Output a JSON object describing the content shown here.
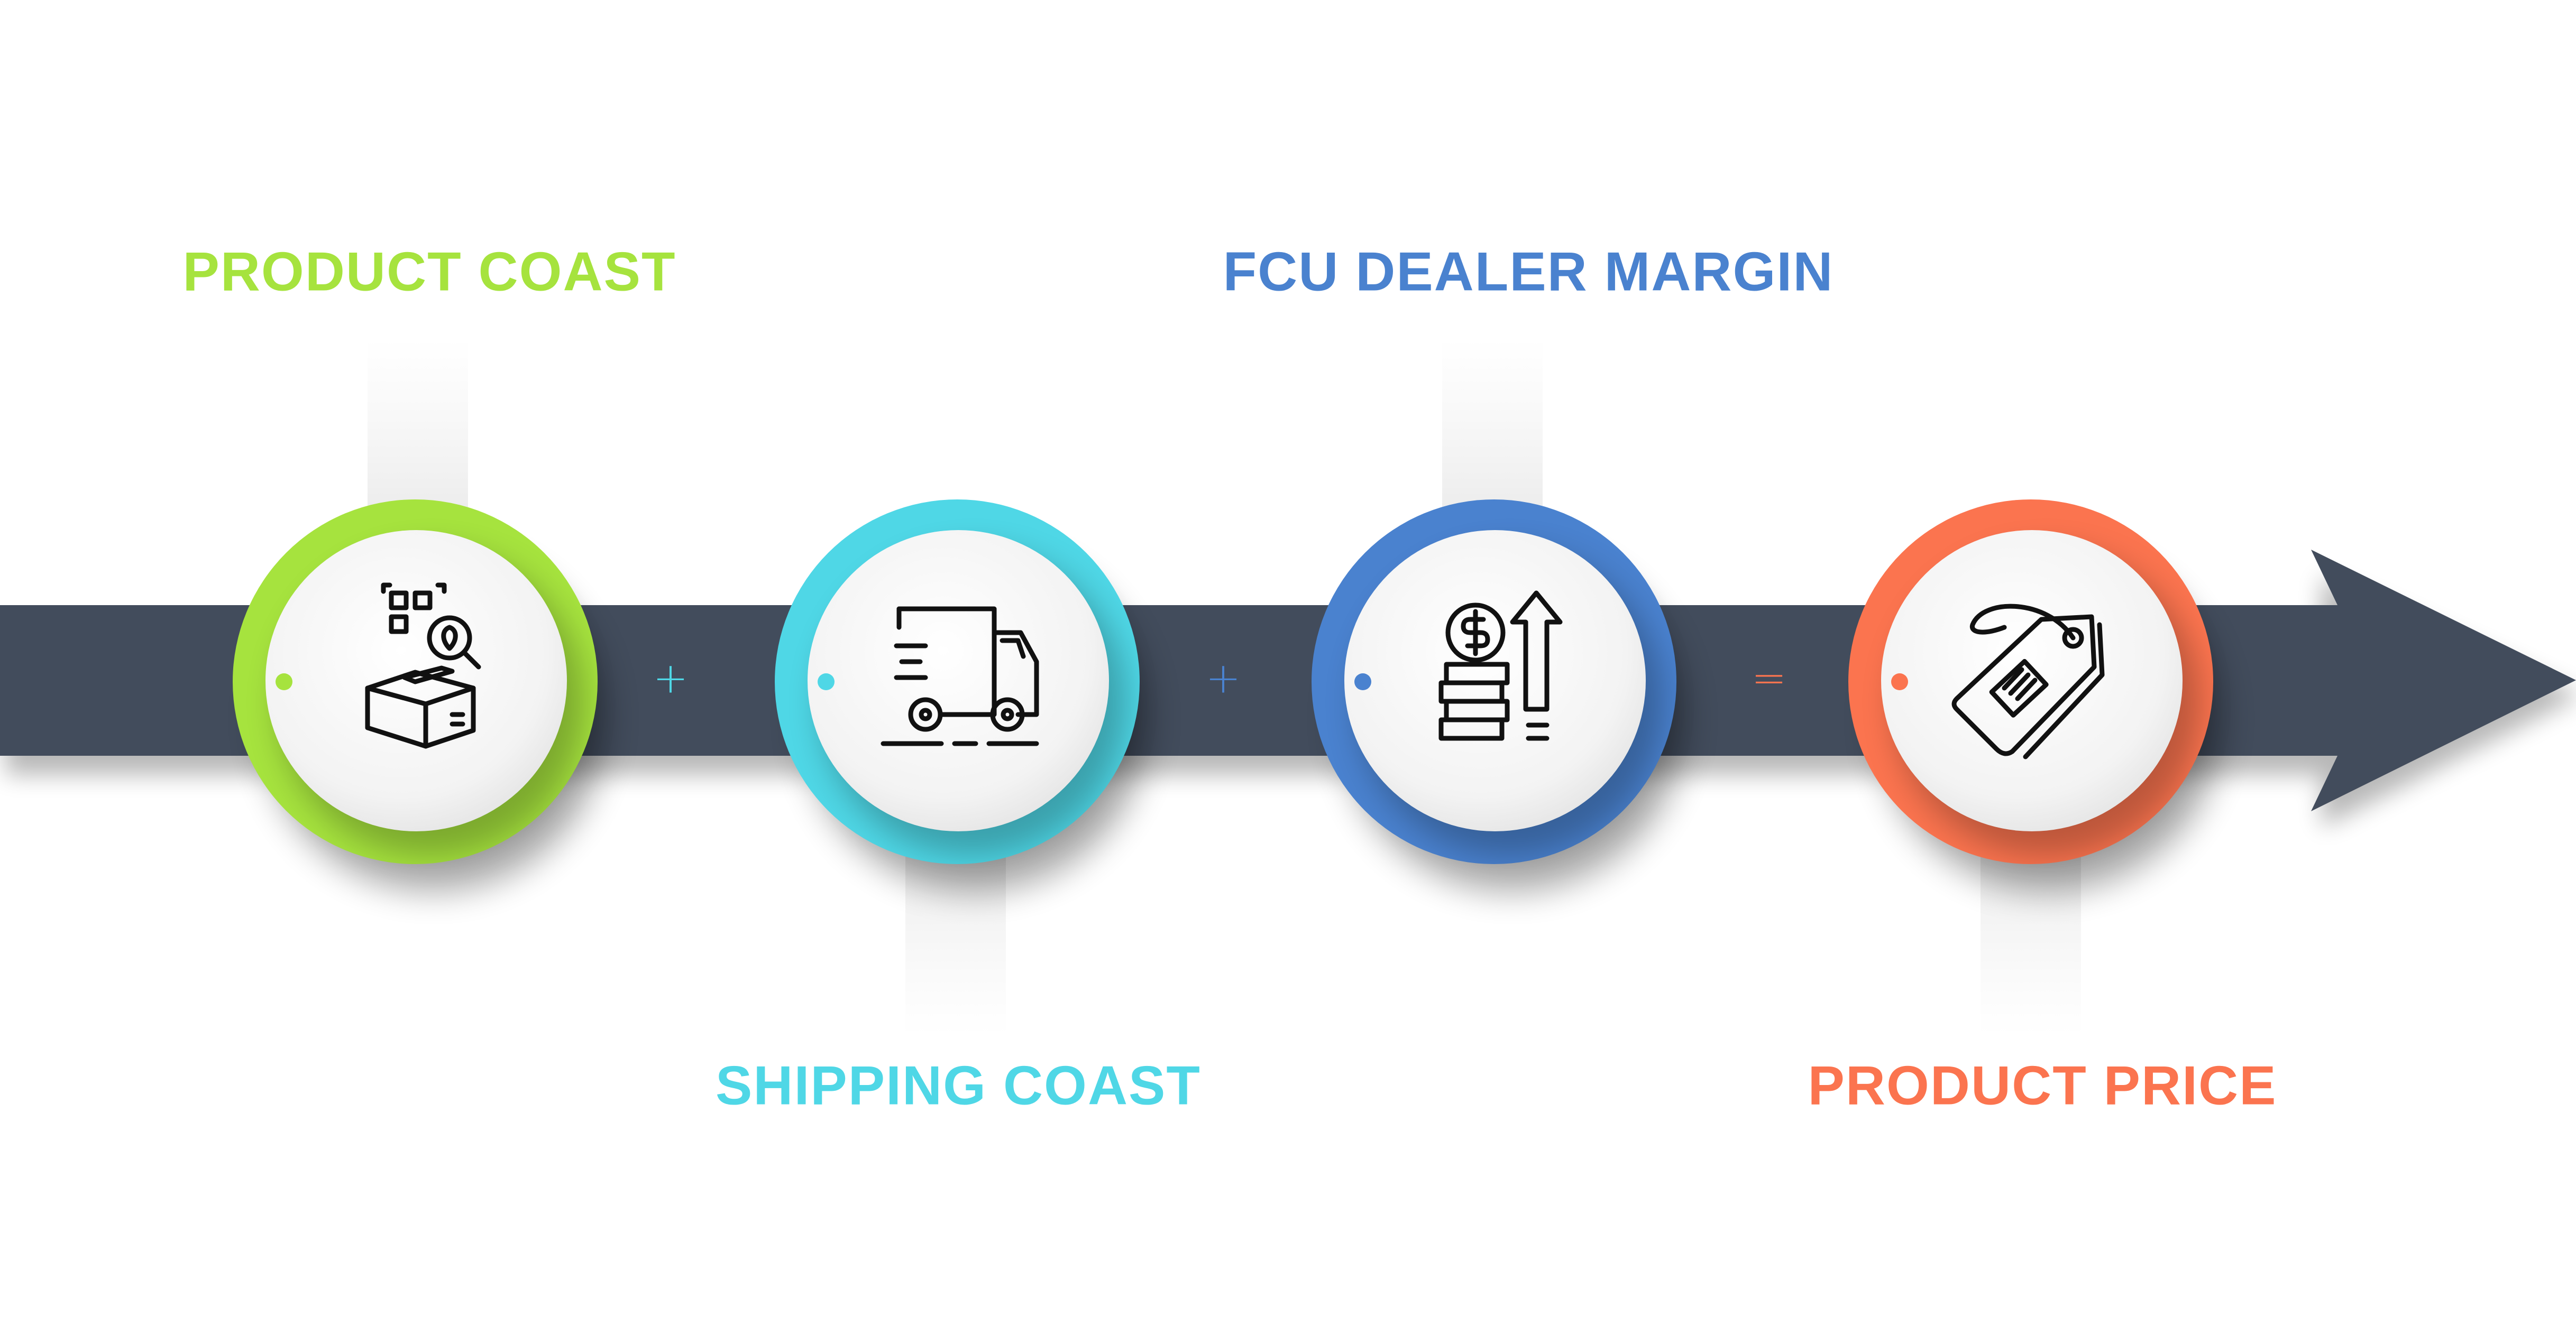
{
  "steps": [
    {
      "title": "PRODUCT COAST",
      "color": "#a6e33e",
      "icon": "box-qr-location-icon"
    },
    {
      "title": "SHIPPING COAST",
      "color": "#4fd7e6",
      "icon": "delivery-truck-icon"
    },
    {
      "title": "FCU DEALER MARGIN",
      "color": "#4a82cf",
      "icon": "coins-arrow-up-icon"
    },
    {
      "title": "PRODUCT PRICE",
      "color": "#fb744f",
      "icon": "price-tag-icon"
    }
  ],
  "operators": [
    "+",
    "+",
    "="
  ],
  "arrow_color": "#424c5c"
}
